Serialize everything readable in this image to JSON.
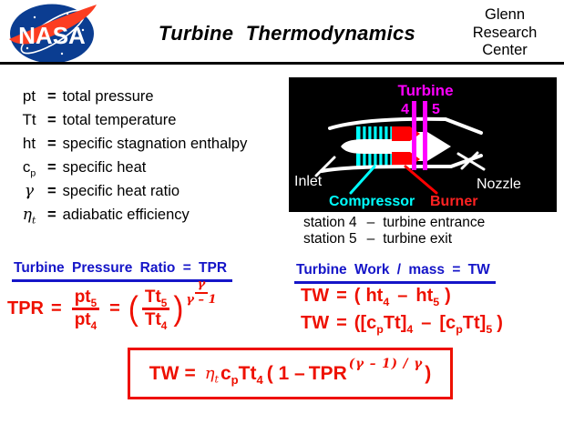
{
  "header": {
    "logo_text": "NASA",
    "title": "Turbine Thermodynamics",
    "org_lines": [
      "Glenn",
      "Research",
      "Center"
    ]
  },
  "definitions": [
    {
      "sym": "pt",
      "sub": "",
      "eq": "=",
      "desc": "total pressure"
    },
    {
      "sym": "Tt",
      "sub": "",
      "eq": "=",
      "desc": "total temperature"
    },
    {
      "sym": "ht",
      "sub": "",
      "eq": "=",
      "desc": "specific stagnation enthalpy"
    },
    {
      "sym": "c",
      "sub": "p",
      "eq": "=",
      "desc": "specific heat"
    },
    {
      "sym": "γ",
      "sub": "",
      "eq": "=",
      "desc": "specific heat ratio"
    },
    {
      "sym": "η",
      "sub": "t",
      "eq": "=",
      "desc": "adiabatic efficiency"
    }
  ],
  "diagram": {
    "turbine_label": "Turbine",
    "station4": "4",
    "station5": "5",
    "inlet_label": "Inlet",
    "nozzle_label": "Nozzle",
    "compressor_label": "Compressor",
    "burner_label": "Burner",
    "colors": {
      "magenta": "#ff00ff",
      "cyan": "#00ffff",
      "red": "#ff0000",
      "white": "#ffffff",
      "background": "#000000"
    }
  },
  "stations": [
    {
      "label": "station 4",
      "sep": "–",
      "desc": "turbine entrance"
    },
    {
      "label": "station 5",
      "sep": "–",
      "desc": "turbine exit"
    }
  ],
  "tpr": {
    "heading": "Turbine Pressure Ratio = TPR",
    "lhs": "TPR",
    "rel1": "=",
    "f1": {
      "num": "pt",
      "num_sub": "5",
      "den": "pt",
      "den_sub": "4"
    },
    "rel2": "=",
    "lparen": "(",
    "f2": {
      "num": "Tt",
      "num_sub": "5",
      "den": "Tt",
      "den_sub": "4"
    },
    "rparen": ")",
    "exp": {
      "num": "γ",
      "den": "γ – 1"
    }
  },
  "work": {
    "heading": "Turbine Work / mass = TW",
    "eq1": {
      "lhs": "TW",
      "rel": "=",
      "lparen": "(",
      "t1": "ht",
      "s1": "4",
      "minus": "–",
      "t2": "ht",
      "s2": "5",
      "rparen": ")"
    },
    "eq2": {
      "lhs": "TW",
      "rel": "=",
      "lparen": "([",
      "t1": "c",
      "s1": "p",
      "t2": "Tt]",
      "s2": "4",
      "minus": "–",
      "t3": "[c",
      "s3": "p",
      "t4": "Tt]",
      "s4": "5",
      "rparen": ")"
    }
  },
  "boxed": {
    "lhs": "TW",
    "rel": "=",
    "eta": "η",
    "eta_sub": "t",
    "c": "c",
    "c_sub": "p",
    "tt": "Tt",
    "tt_sub": "4",
    "body": "( 1 –",
    "base": "TPR",
    "exp": "(γ – 1) / γ",
    "rparen": ")"
  },
  "colors": {
    "accent_blue": "#1515c8",
    "formula_red": "#ee1000"
  }
}
